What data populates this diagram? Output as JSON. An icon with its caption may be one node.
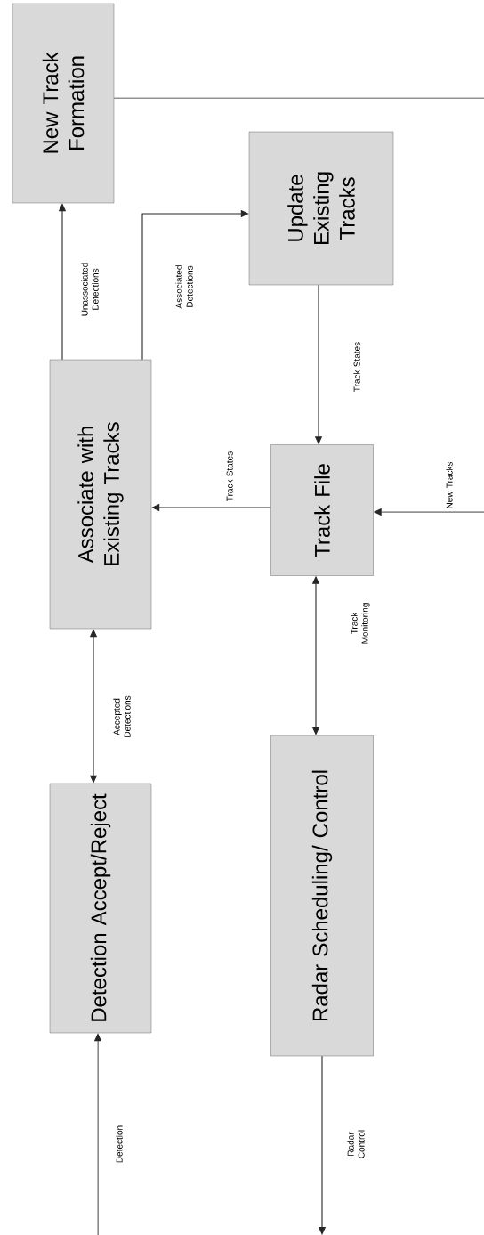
{
  "diagram": {
    "nodes": [
      {
        "text": [
          "New Track Formation"
        ]
      },
      {
        "text": [
          "Associate with Existing Tracks"
        ]
      },
      {
        "text": [
          "Update Existing Tracks"
        ]
      },
      {
        "text": [
          "Track File"
        ]
      },
      {
        "text": [
          "Detection Accept/Reject"
        ]
      },
      {
        "text": [
          "Radar Scheduling/ Control"
        ]
      }
    ],
    "edges": [
      {
        "from": null,
        "to": 4,
        "arrow": "to",
        "label": "Detection"
      },
      {
        "from": 4,
        "to": 1,
        "arrow": "both",
        "label": "Accepted Detections"
      },
      {
        "from": 1,
        "to": 0,
        "arrow": "to",
        "label": "Unassociated Detections"
      },
      {
        "from": 1,
        "to": 2,
        "arrow": "to",
        "label": "Associated Detections"
      },
      {
        "from": 2,
        "to": 3,
        "arrow": "to",
        "label": "Track States"
      },
      {
        "from": 3,
        "to": 1,
        "arrow": "to",
        "label": "Track States"
      },
      {
        "from": null,
        "to": 3,
        "arrow": "to",
        "label": "New Tracks"
      },
      {
        "from": 3,
        "to": 5,
        "arrow": "both",
        "label": "Track Monitoring"
      },
      {
        "from": 5,
        "to": null,
        "arrow": "to",
        "label": "Radar Control"
      },
      {
        "from": 0,
        "to": null,
        "arrow": "none"
      }
    ]
  }
}
